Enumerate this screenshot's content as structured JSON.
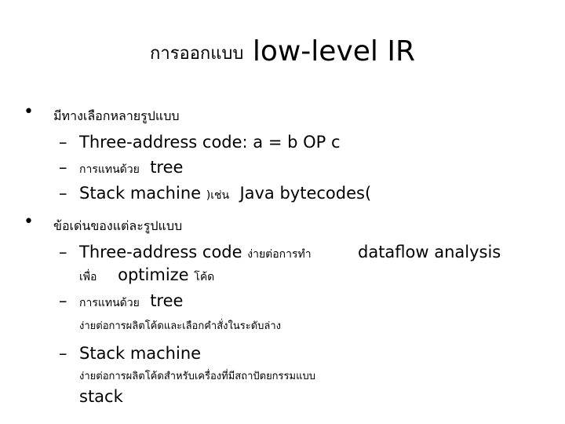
{
  "title": {
    "thai": "การออกแบบ",
    "latin": "low-level IR"
  },
  "bullet1": {
    "text": "มีทางเลือกหลายรูปแบบ",
    "items": [
      {
        "text": "Three-address code: a = b OP c"
      },
      {
        "thai": "การแทนด้วย",
        "latin": "tree"
      },
      {
        "latin": "Stack machine",
        "thai": ")เช่น",
        "latin2": "Java bytecodes("
      }
    ]
  },
  "bullet2": {
    "text": "ข้อเด่นของแต่ละรูปแบบ",
    "items": [
      {
        "latin": "Three-address code",
        "thai": "ง่ายต่อการทำ",
        "latin2": "dataflow analysis",
        "cont_thai": "เพื่อ",
        "cont_latin": "optimize",
        "cont_thai2": "โค้ด"
      },
      {
        "thai": "การแทนด้วย",
        "latin": "tree",
        "sub": "ง่ายต่อการผลิตโค้ดและเลือกคำสั่งในระดับล่าง"
      },
      {
        "latin": "Stack machine",
        "sub": "ง่ายต่อการผลิตโค้ดสำหรับเครื่องที่มีสถาปัตยกรรมแบบ",
        "sub2": "stack"
      }
    ]
  }
}
